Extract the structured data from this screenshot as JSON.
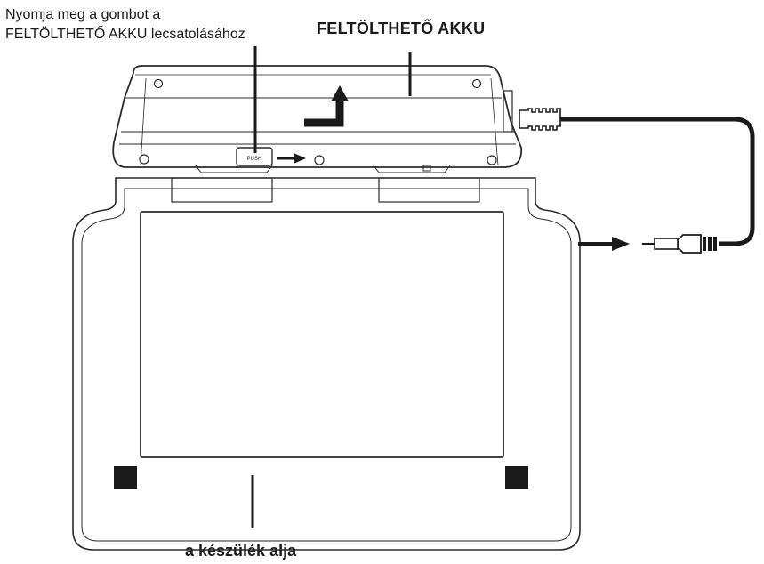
{
  "labels": {
    "release_line1": "Nyomja meg a gombot a",
    "release_line2": "FELTÖLTHETŐ AKKU lecsatolásához",
    "battery": "FELTÖLTHETŐ AKKU",
    "underside": "a készülék alja"
  },
  "button_text": "PUSH"
}
